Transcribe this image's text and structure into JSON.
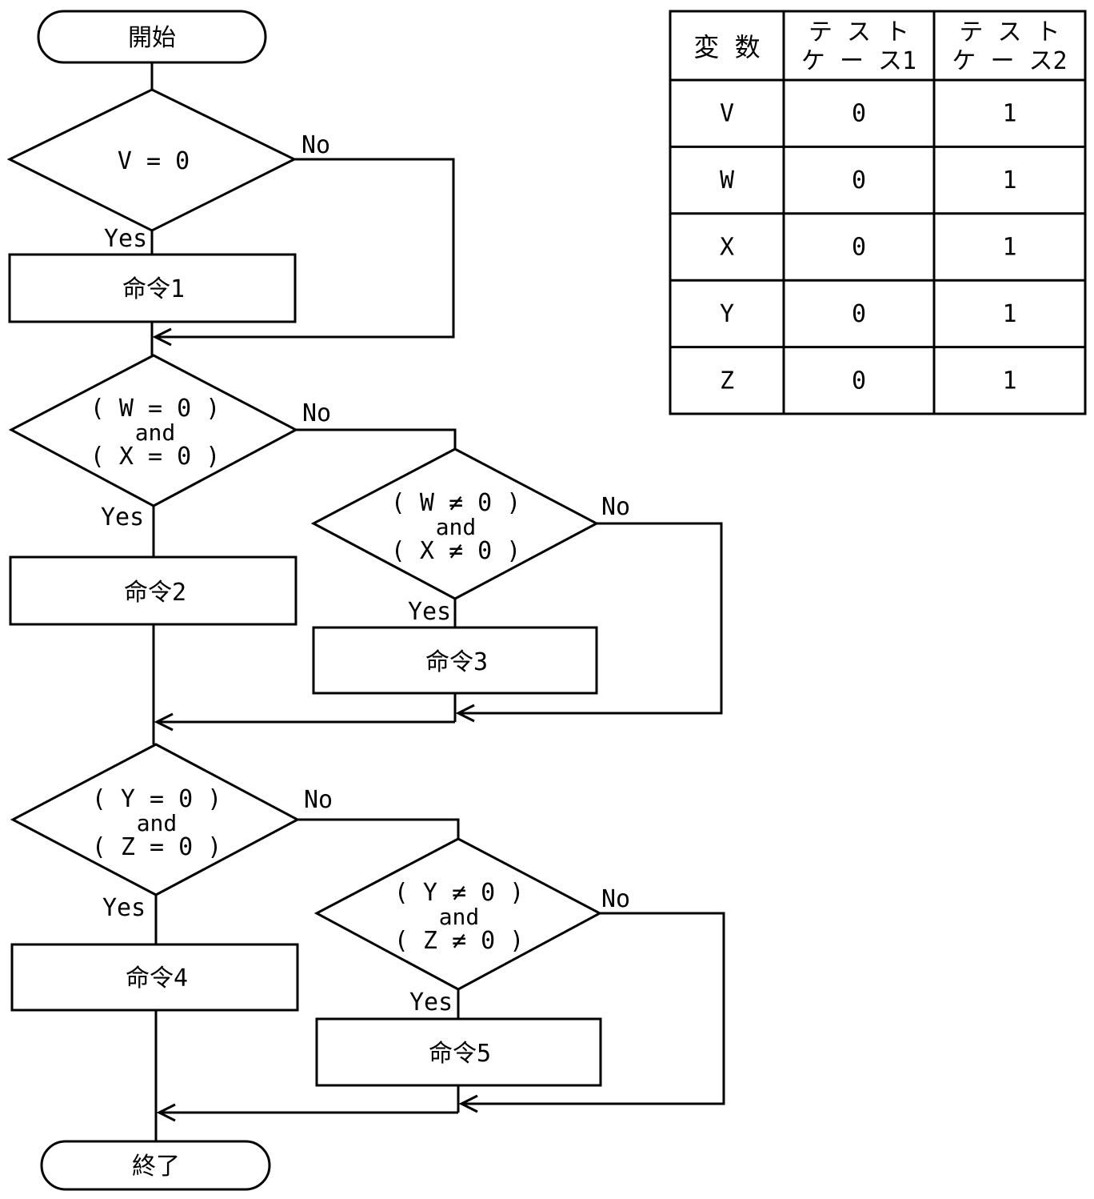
{
  "flowchart": {
    "start": "開始",
    "end": "終了",
    "decisions": {
      "d1": {
        "line1": "V = 0"
      },
      "d2": {
        "line1": "( W = 0 )",
        "op": "and",
        "line2": "( X = 0 )"
      },
      "d3": {
        "line1": "( W ≠ 0 )",
        "op": "and",
        "line2": "( X ≠ 0 )"
      },
      "d4": {
        "line1": "( Y = 0 )",
        "op": "and",
        "line2": "( Z = 0 )"
      },
      "d5": {
        "line1": "( Y ≠ 0 )",
        "op": "and",
        "line2": "( Z ≠ 0 )"
      }
    },
    "processes": {
      "p1": "命令1",
      "p2": "命令2",
      "p3": "命令3",
      "p4": "命令4",
      "p5": "命令5"
    },
    "yes_label": "Yes",
    "no_label": "No"
  },
  "table": {
    "headers": [
      {
        "line1": "変 数",
        "line2": ""
      },
      {
        "line1": "テ ス ト",
        "line2": "ケ ー ス1"
      },
      {
        "line1": "テ ス ト",
        "line2": "ケ ー ス2"
      }
    ],
    "rows": [
      [
        "V",
        "0",
        "1"
      ],
      [
        "W",
        "0",
        "1"
      ],
      [
        "X",
        "0",
        "1"
      ],
      [
        "Y",
        "0",
        "1"
      ],
      [
        "Z",
        "0",
        "1"
      ]
    ]
  }
}
